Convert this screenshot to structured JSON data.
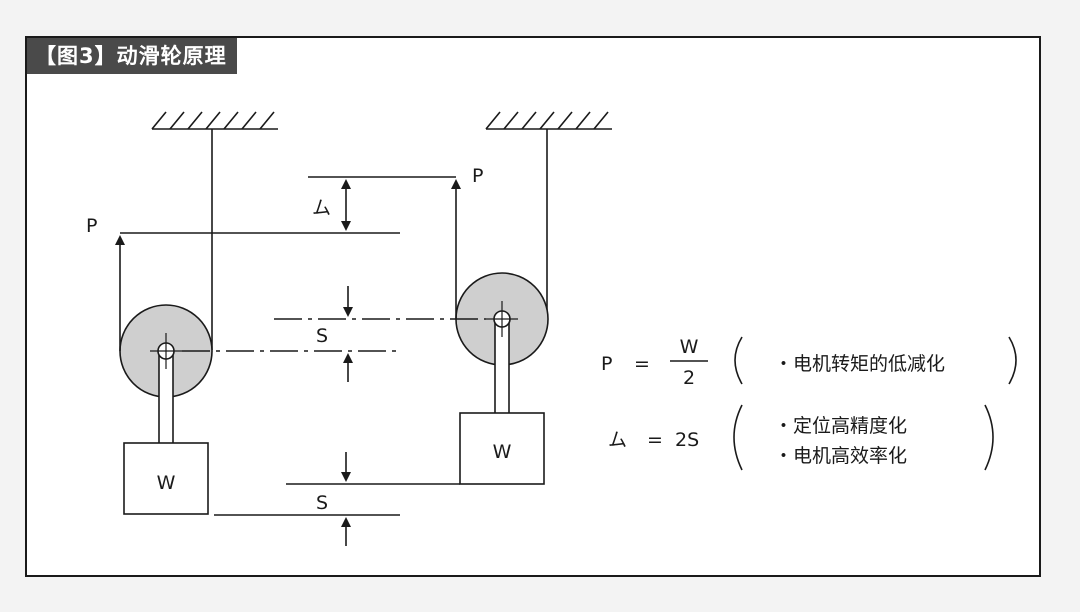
{
  "title": "【图3】动滑轮原理",
  "diagram": {
    "left_pulley": {
      "force_label": "P",
      "weight_label": "W"
    },
    "right_pulley": {
      "force_label": "P",
      "weight_label": "W"
    },
    "dimensions": {
      "rope_travel_label": "ム",
      "pulley_travel_label": "S",
      "load_travel_label": "S"
    }
  },
  "formulas": {
    "force": {
      "lhs": "P",
      "eq": "=",
      "numerator": "W",
      "denominator": "2",
      "benefit": "・电机转矩的低减化"
    },
    "distance": {
      "lhs": "ム",
      "eq": "=",
      "rhs": "2S",
      "benefits": [
        "・定位高精度化",
        "・电机高效率化"
      ]
    }
  },
  "colors": {
    "pulley_fill": "#cfcfcf",
    "line": "#1a1a1a",
    "title_bg": "#4a4a4a"
  }
}
